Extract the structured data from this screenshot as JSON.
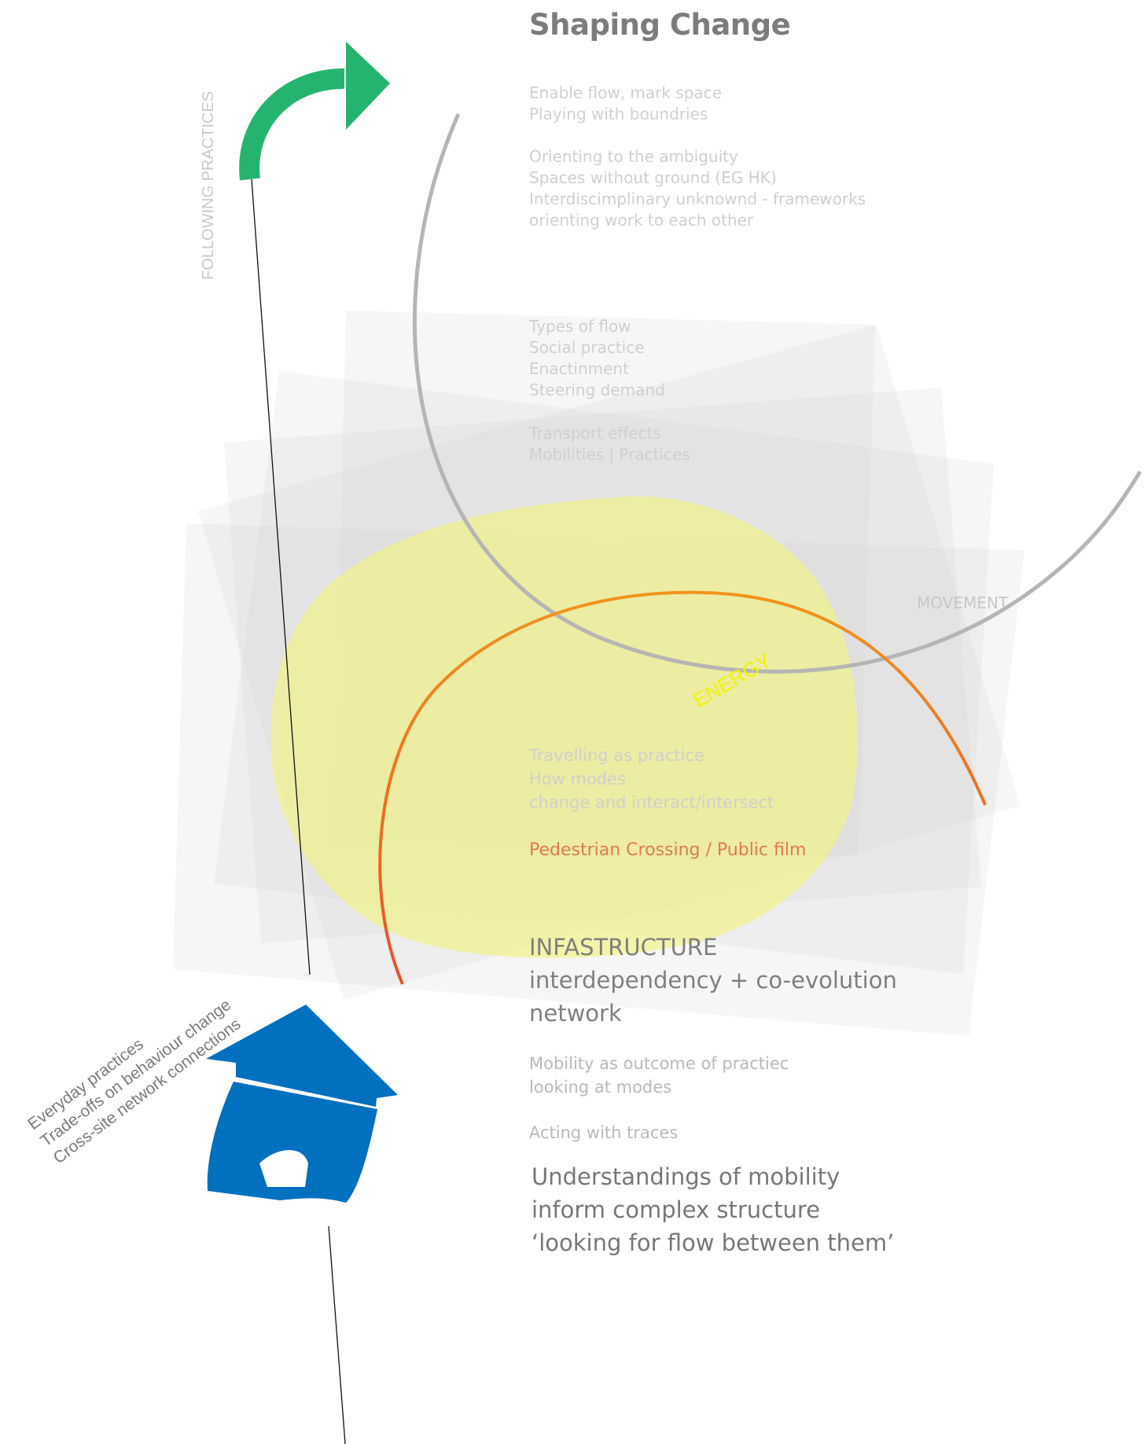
{
  "title": "Shaping Change",
  "block_top": [
    "Enable flow, mark space",
    "Playing with boundries"
  ],
  "block_orient": [
    "Orienting to the ambiguity",
    "Spaces without ground (EG HK)",
    "Interdiscimplinary unknownd - frameworks",
    "orienting work to each other"
  ],
  "block_flow": [
    "Types of flow",
    "Social practice",
    "Enactinment",
    "Steering demand"
  ],
  "block_transport": [
    "Transport effects",
    "Mobilities | Practices"
  ],
  "block_travel": [
    "Travelling as practice",
    "How modes",
    "change and interact/intersect"
  ],
  "pedestrian": "Pedestrian Crossing / Public film",
  "infrastructure": [
    "INFASTRUCTURE",
    "interdependency + co-evolution",
    "network"
  ],
  "block_mobility": [
    "Mobility as outcome of practiec",
    "looking at modes"
  ],
  "acting": "Acting with traces",
  "understandings": [
    "Understandings of mobility",
    "inform complex structure",
    "‘looking for flow between them’"
  ],
  "movement_label": "MOVEMENT",
  "energy_label": "ENERGY",
  "following_label": "FOLLOWING PRACTICES",
  "everyday": [
    "Everyday practices",
    "Trade-offs on behaviour change",
    "Cross-site network connections"
  ],
  "colors": {
    "arrow": "#25b46f",
    "house": "#0070bf",
    "energy_blob": "#eeee99",
    "orange_arc": "#f07a28",
    "grey_arc": "#b5b5b5"
  }
}
